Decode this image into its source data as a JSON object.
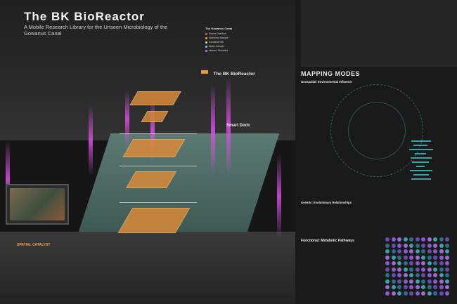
{
  "title": "The BK BioReactor",
  "subtitle": "A Mobile Research Library for the Unseen Microbiology of the Gowanus Canal",
  "labels": {
    "reactor_tag": "The BK BioReactor",
    "smart_dock": "Smart Dock",
    "spatial_catalyst": "SPATIAL CATALYST",
    "mapping_modes": "MAPPING MODES",
    "geospatial": "Geospatial: Environmental Influence",
    "genetic": "Genetic: Evolutionary Relationships",
    "functional": "Functional: Metabolic Pathways",
    "legend_title": "The Gowanus Canal"
  },
  "legend": [
    {
      "text": "Sewer Overflow",
      "color": "#e05a5a"
    },
    {
      "text": "Sediment Sample",
      "color": "#f0a24a"
    },
    {
      "text": "Industrial Site",
      "color": "#d7d7d7"
    },
    {
      "text": "Water Sample",
      "color": "#7fd0d8"
    },
    {
      "text": "Historic Shoreline",
      "color": "#c27ae0"
    }
  ],
  "colors": {
    "accent_orange": "#e8963f",
    "accent_magenta": "#d24fe0",
    "accent_teal": "#3aa3a8",
    "water": "#4a6a64"
  },
  "icons": [
    "reactor-tag-icon",
    "legend-dot-icon"
  ]
}
